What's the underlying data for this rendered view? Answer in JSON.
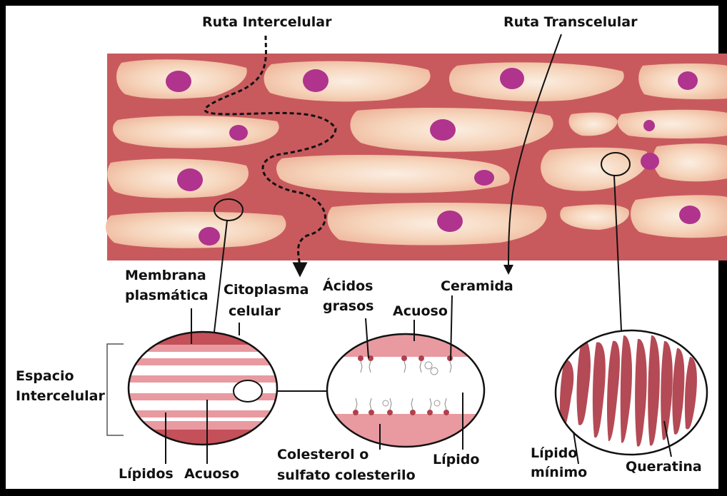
{
  "routes": {
    "intercellular": "Ruta Intercelular",
    "transcellular": "Ruta Transcelular"
  },
  "labels": {
    "membrana_1": "Membrana",
    "membrana_2": "plasmática",
    "citoplasma_1": "Citoplasma",
    "citoplasma_2": "celular",
    "espacio_1": "Espacio",
    "espacio_2": "Intercelular",
    "lipidos": "Lípidos",
    "acuoso_left": "Acuoso",
    "acidos_1": "Ácidos",
    "acidos_2": "grasos",
    "acuoso_mid": "Acuoso",
    "ceramida": "Ceramida",
    "colesterol_1": "Colesterol o",
    "colesterol_2": "sulfato colesterilo",
    "lipido": "Lípido",
    "lipido_minimo_1": "Lípido",
    "lipido_minimo_2": "mínimo",
    "queratina": "Queratina"
  },
  "colors": {
    "tissue_background": "#c85a5e",
    "cell": "#f3c9ad",
    "cell_center": "#faeadc",
    "nucleus": "#b0338d",
    "lipid_band": "#c4505a",
    "keratin": "#b44a55",
    "outline": "#111111"
  }
}
